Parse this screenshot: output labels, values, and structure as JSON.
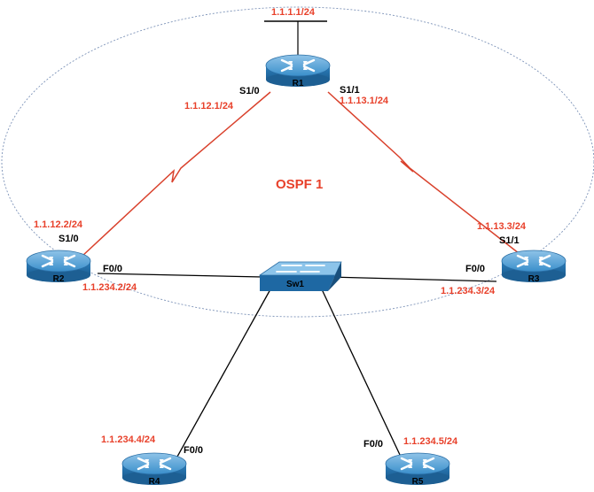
{
  "area_label": "OSPF 1",
  "colors": {
    "serial_link": "#d9412c",
    "ethernet_link": "#000000",
    "area_boundary": "#7d93b8",
    "label_red": "#e8412b",
    "device_blue": "#2a82bf"
  },
  "devices": {
    "r1": {
      "name": "R1",
      "icon": "router-icon"
    },
    "r2": {
      "name": "R2",
      "icon": "router-icon"
    },
    "r3": {
      "name": "R3",
      "icon": "router-icon"
    },
    "r4": {
      "name": "R4",
      "icon": "router-icon"
    },
    "r5": {
      "name": "R5",
      "icon": "router-icon"
    },
    "sw1": {
      "name": "Sw1",
      "icon": "switch-icon"
    }
  },
  "loopback": {
    "ip": "1.1.1.1/24"
  },
  "interfaces": {
    "r1_s10": {
      "name": "S1/0",
      "ip": "1.1.12.1/24"
    },
    "r1_s11": {
      "name": "S1/1",
      "ip": "1.1.13.1/24"
    },
    "r2_s10": {
      "name": "S1/0",
      "ip": "1.1.12.2/24"
    },
    "r2_f00": {
      "name": "F0/0",
      "ip": "1.1.234.2/24"
    },
    "r3_s11": {
      "name": "S1/1",
      "ip": "1.1.13.3/24"
    },
    "r3_f00": {
      "name": "F0/0",
      "ip": "1.1.234.3/24"
    },
    "r4_f00": {
      "name": "F0/0",
      "ip": "1.1.234.4/24"
    },
    "r5_f00": {
      "name": "F0/0",
      "ip": "1.1.234.5/24"
    }
  }
}
